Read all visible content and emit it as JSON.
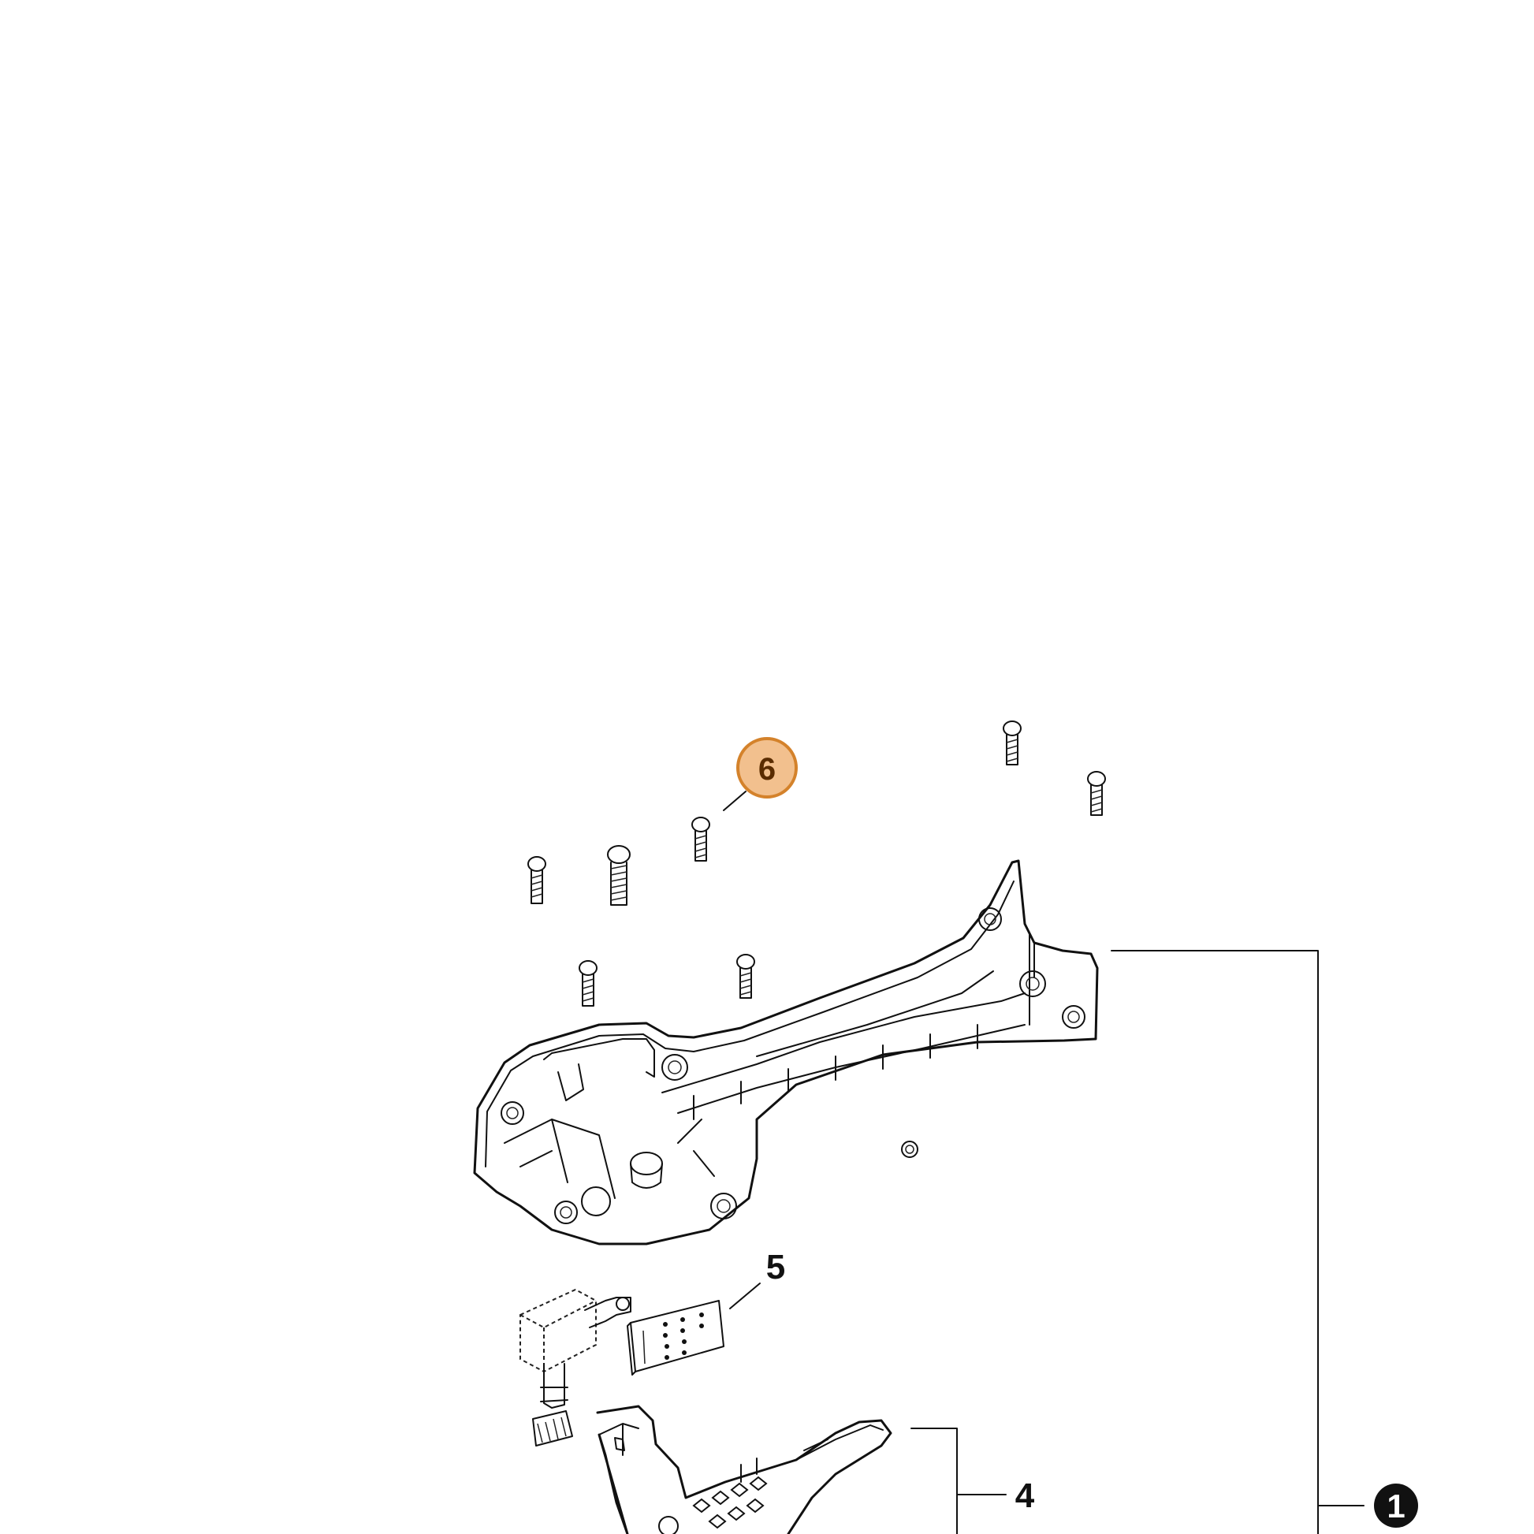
{
  "colors": {
    "line": "#111111",
    "highlight_fill": "#f2c08e",
    "highlight_stroke": "#d4822b",
    "highlight_text": "#5a2c00",
    "background": "#ffffff"
  },
  "callouts": {
    "c6": {
      "label": "6",
      "highlighted": true
    },
    "c5": {
      "label": "5"
    },
    "c4": {
      "label": "4"
    },
    "c1": {
      "label": "1",
      "inverted": true
    }
  }
}
